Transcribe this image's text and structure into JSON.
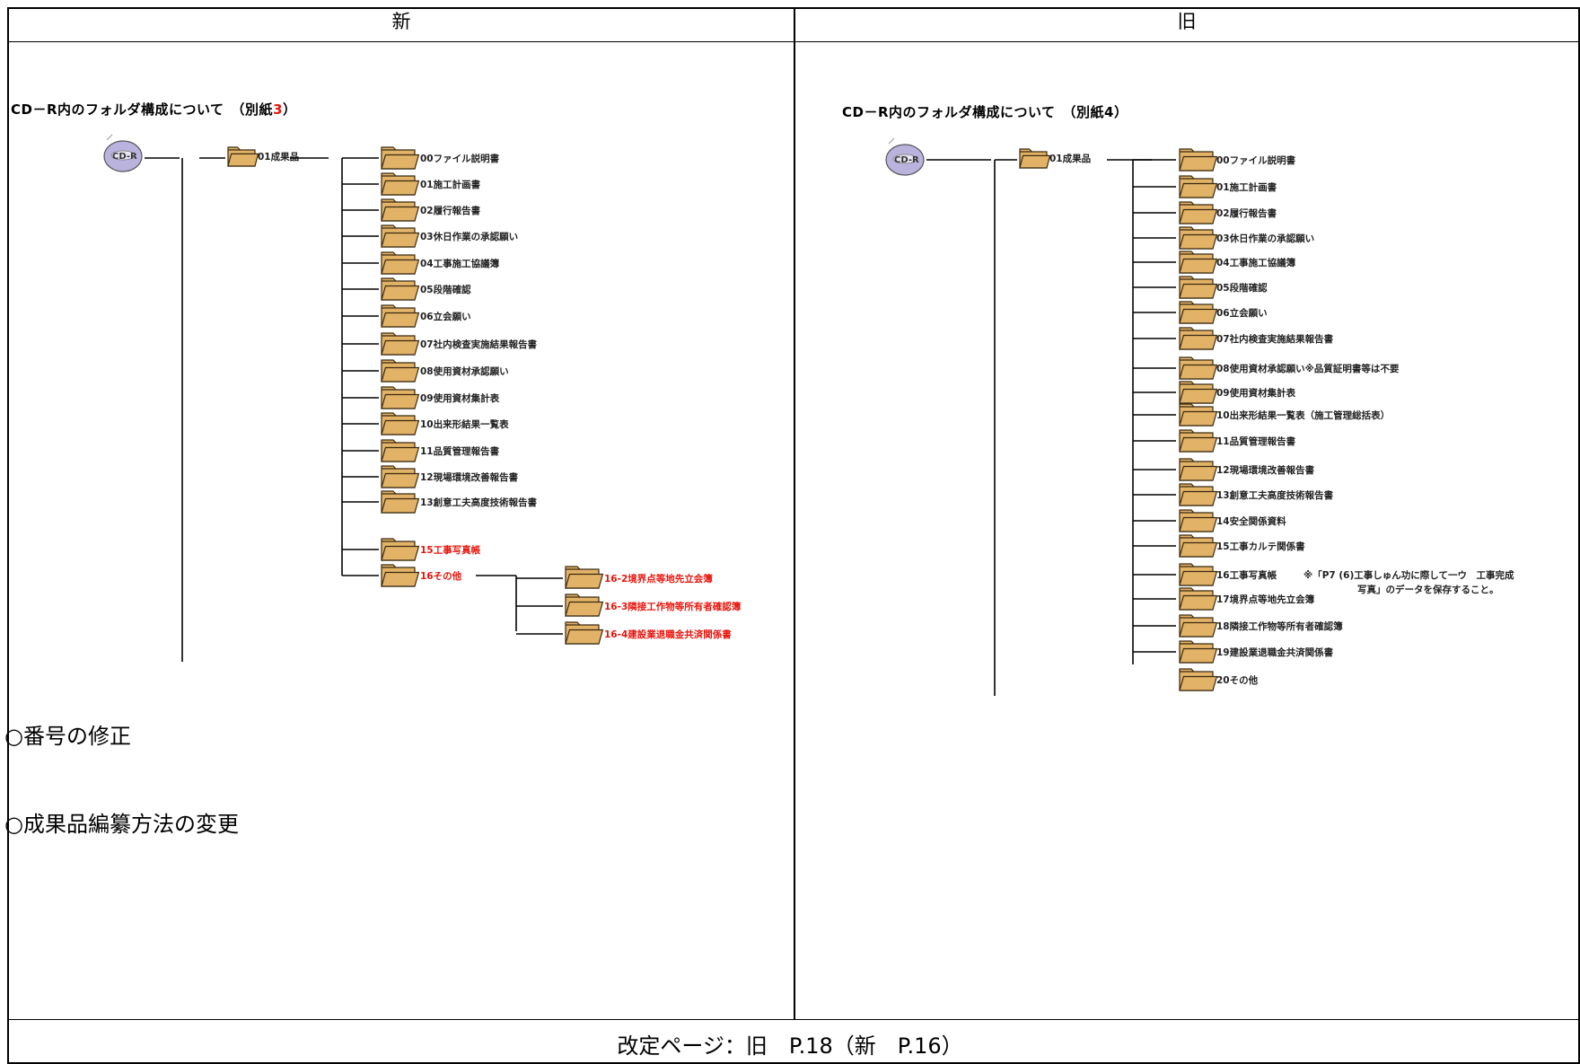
{
  "header": {
    "new_label": "新",
    "old_label": "旧"
  },
  "new": {
    "title_main": "CD－R内のフォルダ構成について　（別紙",
    "title_num": "3",
    "title_end": "）",
    "root_folder": "01成果品",
    "folders": [
      {
        "label": "00ファイル説明書",
        "red": false
      },
      {
        "label": "01施工計画書",
        "red": false
      },
      {
        "label": "02履行報告書",
        "red": false
      },
      {
        "label": "03休日作業の承認願い",
        "red": false
      },
      {
        "label": "04工事施工協議簿",
        "red": false
      },
      {
        "label": "05段階確認",
        "red": false
      },
      {
        "label": "06立会願い",
        "red": false
      },
      {
        "label": "07社内検査実施結果報告書",
        "red": false
      },
      {
        "label": "08使用資材承認願い",
        "red": false
      },
      {
        "label": "09使用資材集計表",
        "red": false
      },
      {
        "label": "10出来形結果一覧表",
        "red": false
      },
      {
        "label": "11品質管理報告書",
        "red": false
      },
      {
        "label": "12現場環境改善報告書",
        "red": false
      },
      {
        "label": "13創意工夫高度技術報告書",
        "red": false
      },
      {
        "label": "15工事写真帳",
        "red": true
      },
      {
        "label": "16その他",
        "red": true
      }
    ],
    "sub_folders": [
      {
        "label": "16-2境界点等地先立会簿",
        "red": true
      },
      {
        "label": "16-3隣接工作物等所有者確認簿",
        "red": true
      },
      {
        "label": "16-4建設業退職金共済関係書",
        "red": true
      }
    ],
    "notes": [
      "○番号の修正",
      "○成果品編纂方法の変更"
    ]
  },
  "old": {
    "title": "CD－R内のフォルダ構成について　（別紙4）",
    "root_folder": "01成果品",
    "folders": [
      {
        "label": "00ファイル説明書"
      },
      {
        "label": "01施工計画書"
      },
      {
        "label": "02履行報告書"
      },
      {
        "label": "03休日作業の承認願い"
      },
      {
        "label": "04工事施工協議簿"
      },
      {
        "label": "05段階確認"
      },
      {
        "label": "06立会願い"
      },
      {
        "label": "07社内検査実施結果報告書"
      },
      {
        "label": "08使用資材承認願い※品質証明書等は不要"
      },
      {
        "label": "09使用資材集計表"
      },
      {
        "label": "10出来形結果一覧表（施工管理総括表）"
      },
      {
        "label": "11品質管理報告書"
      },
      {
        "label": "12現場環境改善報告書"
      },
      {
        "label": "13創意工夫高度技術報告書"
      },
      {
        "label": "14安全関係資料"
      },
      {
        "label": "15工事カルテ関係書"
      },
      {
        "label": "16工事写真帳"
      },
      {
        "label": "17境界点等地先立会簿"
      },
      {
        "label": "18隣接工作物等所有者確認簿"
      },
      {
        "label": "19建設業退職金共済関係書"
      },
      {
        "label": "20その他"
      }
    ],
    "note_line1": "※「P7 (6)工事しゅん功に際して一ウ　工事完成",
    "note_line2": "写真」のデータを保存すること。"
  },
  "footer": {
    "text": "改定ページ：旧　P.18（新　P.16）"
  },
  "colors": {
    "folder": "#e2b267",
    "folder_stroke": "#3a2a10",
    "red": "#e8150c",
    "disc": "#b9b3dd"
  }
}
